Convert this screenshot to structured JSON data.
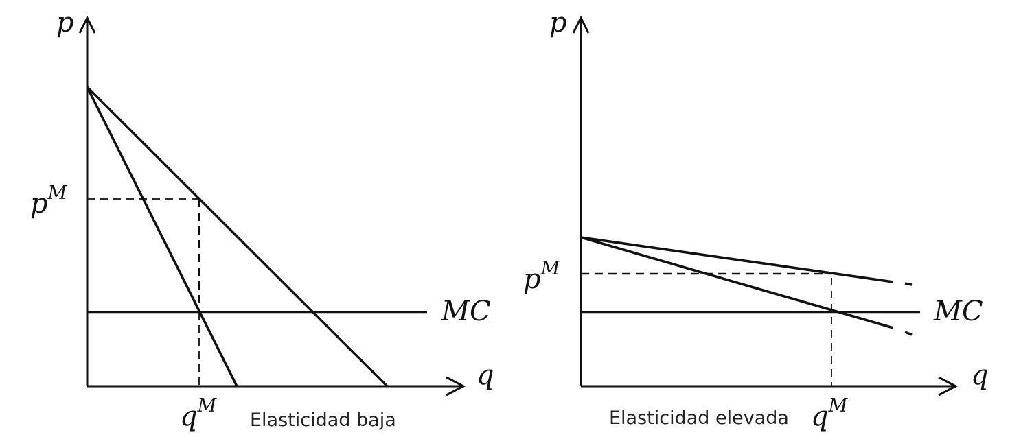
{
  "panels": [
    {
      "id": "left",
      "caption": "Elasticidad baja",
      "y_axis_label": "p",
      "x_axis_label": "q",
      "price_label": {
        "base": "p",
        "sup": "M"
      },
      "quantity_label": {
        "base": "q",
        "sup": "M"
      },
      "mc_label": "MC"
    },
    {
      "id": "right",
      "caption": "Elasticidad elevada",
      "y_axis_label": "p",
      "x_axis_label": "q",
      "price_label": {
        "base": "p",
        "sup": "M"
      },
      "quantity_label": {
        "base": "q",
        "sup": "M"
      },
      "mc_label": "MC"
    }
  ]
}
